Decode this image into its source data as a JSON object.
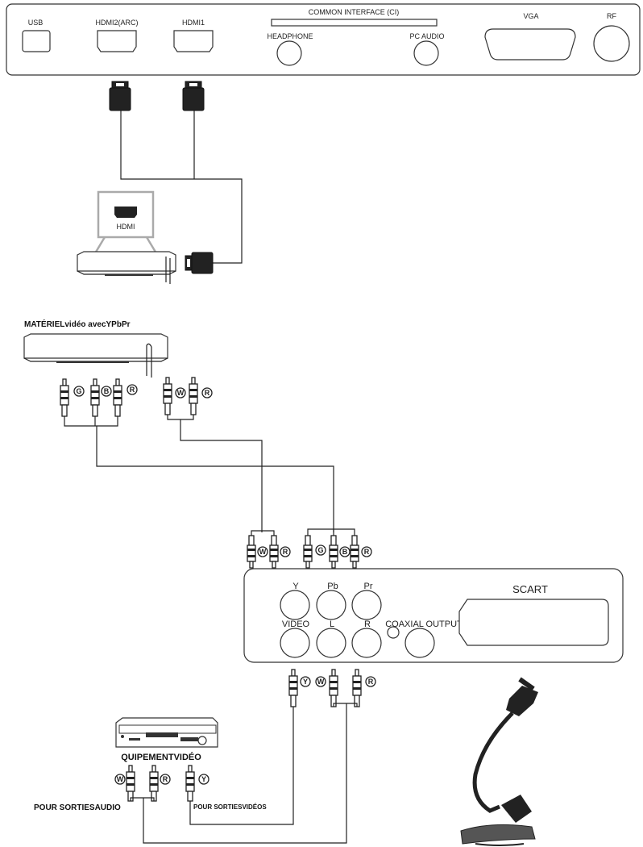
{
  "top_panel": {
    "usb": "USB",
    "hdmi2": "HDMI2(ARC)",
    "hdmi1": "HDMI1",
    "ci": "COMMON INTERFACE (CI)",
    "headphone": "HEADPHONE",
    "pc_audio": "PC AUDIO",
    "vga": "VGA",
    "rf": "RF"
  },
  "hdmi_device": {
    "port_label": "HDMI"
  },
  "ypbpr_device": {
    "title": "MATÉRIELvidéo avecYPbPr",
    "jack_labels_video": [
      "G",
      "B",
      "R"
    ],
    "jack_labels_audio": [
      "W",
      "R"
    ]
  },
  "mid_connectors": {
    "audio_labels": [
      "W",
      "R"
    ],
    "video_labels": [
      "G",
      "B",
      "R"
    ]
  },
  "side_panel": {
    "y": "Y",
    "pb": "Pb",
    "pr": "Pr",
    "video": "VIDEO",
    "l": "L",
    "r": "R",
    "coaxial": "COAXIAL OUTPUT",
    "scart": "SCART"
  },
  "lower_connectors": {
    "labels": [
      "Y",
      "W",
      "R"
    ]
  },
  "av_device": {
    "title": "QUIPEMENTVIDÉO",
    "audio_labels": [
      "W",
      "R"
    ],
    "video_labels": [
      "Y"
    ],
    "audio_out": "POUR SORTIESAUDIO",
    "video_out": "POUR SORTIESVIDÉOS"
  }
}
